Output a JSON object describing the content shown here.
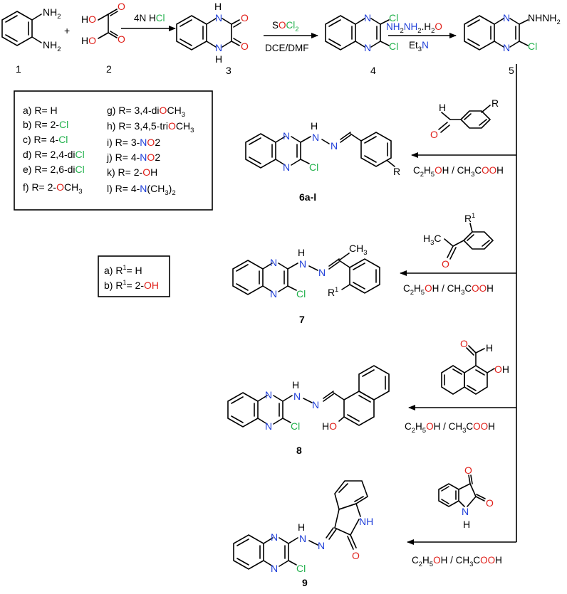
{
  "colors": {
    "nitrogen": "#1f3fd9",
    "oxygen": "#e0201a",
    "chlorine": "#22b14c",
    "carbon": "#000000"
  },
  "atoms": {
    "N": "N",
    "H": "H",
    "O": "O",
    "Cl": "Cl",
    "C": "C",
    "NH": "NH",
    "HO": "HO",
    "OH": "OH",
    "NH2": "NH",
    "NHNH2": "NHNH",
    "R": "R",
    "R1": "R"
  },
  "compounds": {
    "c1": "1",
    "c2": "2",
    "c3": "3",
    "c4": "4",
    "c5": "5",
    "c6": "6a-l",
    "c7": "7",
    "c8": "8",
    "c9": "9"
  },
  "reagents": {
    "step1": {
      "pre": "4N H",
      "cl": "Cl"
    },
    "step2_top": {
      "s": "S",
      "o": "O",
      "cl": "Cl",
      "sub": "2"
    },
    "step2_bottom": "DCE/DMF",
    "step3_top": {
      "a": "NH",
      "b": "NH",
      "c": ".H",
      "o": "O",
      "sub": "2"
    },
    "step3_bottom": {
      "a": "Et",
      "sub": "3",
      "n": "N"
    },
    "solvent": {
      "c": "C",
      "sub2": "2",
      "h": "H",
      "sub5": "5",
      "o": "O",
      "h2": "H / CH",
      "sub3": "3",
      "co": "C",
      "oo": "OO",
      "h3": "H"
    },
    "plus": "+"
  },
  "legend6": {
    "items": [
      {
        "label": "a) R= H"
      },
      {
        "label": "b) R= 2-",
        "tail": "Cl"
      },
      {
        "label": "c) R= 4-",
        "tail": "Cl"
      },
      {
        "label": "d) R= 2,4-di",
        "tail": "Cl"
      },
      {
        "label": "e) R= 2,6-di",
        "tail": "Cl"
      },
      {
        "label": "f) R=  2-",
        "tail": "OCH3"
      },
      {
        "label": "g) R= 3,4-di",
        "tail": "OCH3"
      },
      {
        "label": "h) R= 3,4,5-tri",
        "tail": "OCH3"
      },
      {
        "label": "i) R= 3-",
        "tail": "NO2"
      },
      {
        "label": "j) R= 4-",
        "tail": "NO2"
      },
      {
        "label": "k) R= 2-",
        "tail": "OH"
      },
      {
        "label": "l) R= 4-",
        "tail": "N(CH3)2"
      }
    ]
  },
  "legend7": {
    "items": [
      {
        "pre": "a) R",
        "sup": "1",
        "post": "= H"
      },
      {
        "pre": "b) R",
        "sup": "1",
        "post": "= 2-",
        "tail": "OH"
      }
    ]
  }
}
